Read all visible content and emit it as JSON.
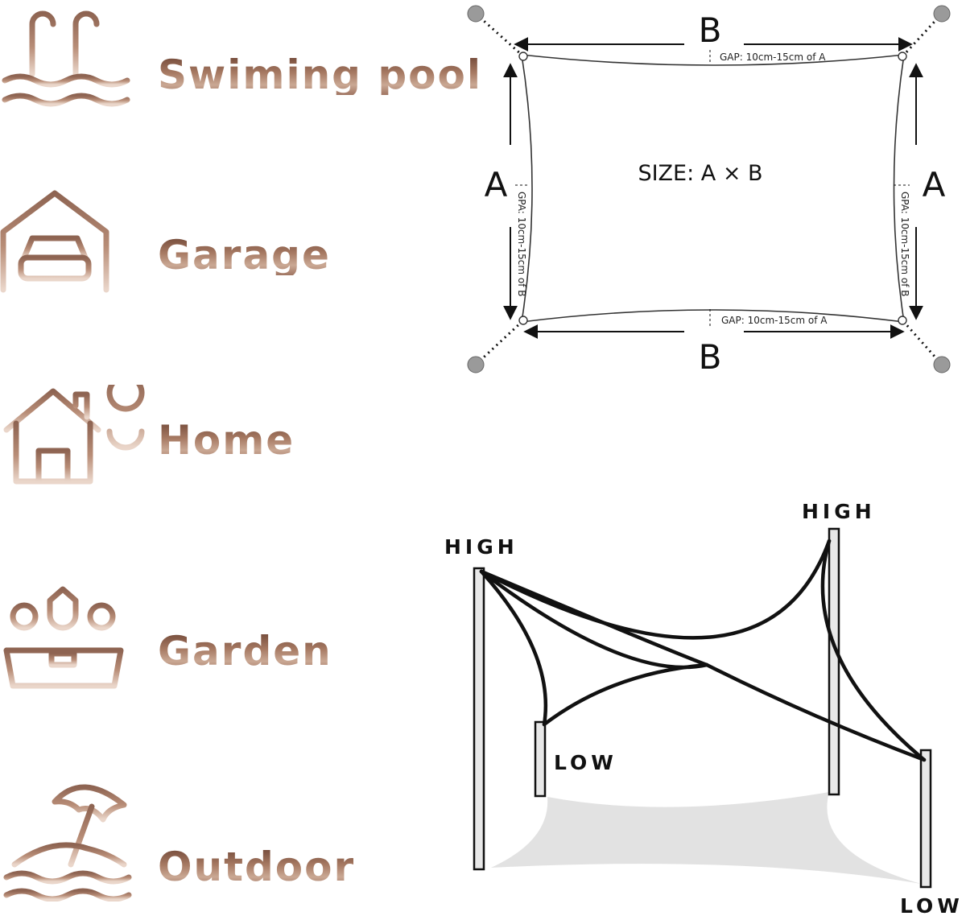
{
  "features": [
    {
      "icon": "swimming-pool-icon",
      "label": "Swiming pool"
    },
    {
      "icon": "garage-icon",
      "label": "Garage"
    },
    {
      "icon": "home-icon",
      "label": "Home"
    },
    {
      "icon": "garden-icon",
      "label": "Garden"
    },
    {
      "icon": "outdoor-icon",
      "label": "Outdoor"
    }
  ],
  "size_diagram": {
    "label_a": "A",
    "label_b": "B",
    "size_text": "SIZE: A × B",
    "gap_a_text": "GAP: 10cm-15cm of A",
    "gap_b_text": "GPA: 10cm-15cm of B"
  },
  "install_diagram": {
    "high_label": "HIGH",
    "low_label": "LOW"
  },
  "colors": {
    "icon_brown": "#a77a63",
    "icon_light": "#e3cbbd",
    "line": "#111111",
    "shade": "#e2e2e2",
    "anchor": "#9a9a9a"
  }
}
